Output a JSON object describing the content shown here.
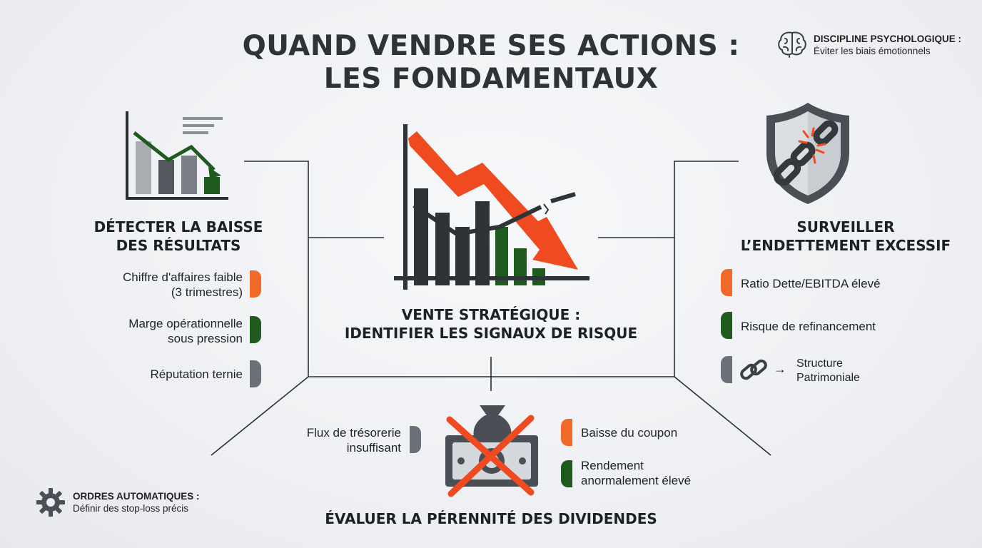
{
  "title": {
    "line1": "QUAND VENDRE SES ACTIONS :",
    "line2": "LES FONDAMENTAUX"
  },
  "psychology": {
    "label": "DISCIPLINE PSYCHOLOGIQUE :",
    "text": "Éviter les biais émotionnels",
    "icon": "brain-icon"
  },
  "automatic_orders": {
    "label": "ORDRES AUTOMATIQUES :",
    "text": "Définir des stop-loss précis",
    "icon": "gear-icon"
  },
  "center": {
    "title_line1": "VENTE STRATÉGIQUE :",
    "title_line2": "IDENTIFIER LES SIGNAUX DE RISQUE",
    "icon": "declining-chart-icon"
  },
  "left_section": {
    "title_line1": "DÉTECTER LA BAISSE",
    "title_line2": "DES RÉSULTATS",
    "icon": "falling-bar-chart-icon",
    "items": [
      {
        "line1": "Chiffre d'affaires faible",
        "line2": "(3 trimestres)",
        "color": "#f26a2a"
      },
      {
        "line1": "Marge opérationnelle",
        "line2": "sous pression",
        "color": "#1f5a1f"
      },
      {
        "line1": "Réputation ternie",
        "line2": "",
        "color": "#6b7178"
      }
    ]
  },
  "right_section": {
    "title_line1": "SURVEILLER",
    "title_line2": "L’ENDETTEMENT EXCESSIF",
    "icon": "shield-broken-chain-icon",
    "items": [
      {
        "line1": "Ratio Dette/EBITDA élevé",
        "color": "#f26a2a"
      },
      {
        "line1": "Risque de refinancement",
        "color": "#1f5a1f"
      },
      {
        "line1": "Structure",
        "line2": "Patrimoniale",
        "color": "#6b7178",
        "icon": "chain-link-icon",
        "arrow": "→"
      }
    ]
  },
  "bottom_section": {
    "title": "ÉVALUER LA PÉRENNITÉ DES DIVIDENDES",
    "icon": "crossed-money-icon",
    "left_item": {
      "line1": "Flux de trésorerie",
      "line2": "insuffisant",
      "color": "#6b7178"
    },
    "right_items": [
      {
        "line1": "Baisse du coupon",
        "line2": "",
        "color": "#f26a2a"
      },
      {
        "line1": "Rendement",
        "line2": "anormalement élevé",
        "color": "#1f5a1f"
      }
    ]
  },
  "colors": {
    "accent_orange": "#f26a2a",
    "accent_green": "#1f5a1f",
    "neutral_gray": "#6b7178",
    "dark": "#2e3338"
  }
}
